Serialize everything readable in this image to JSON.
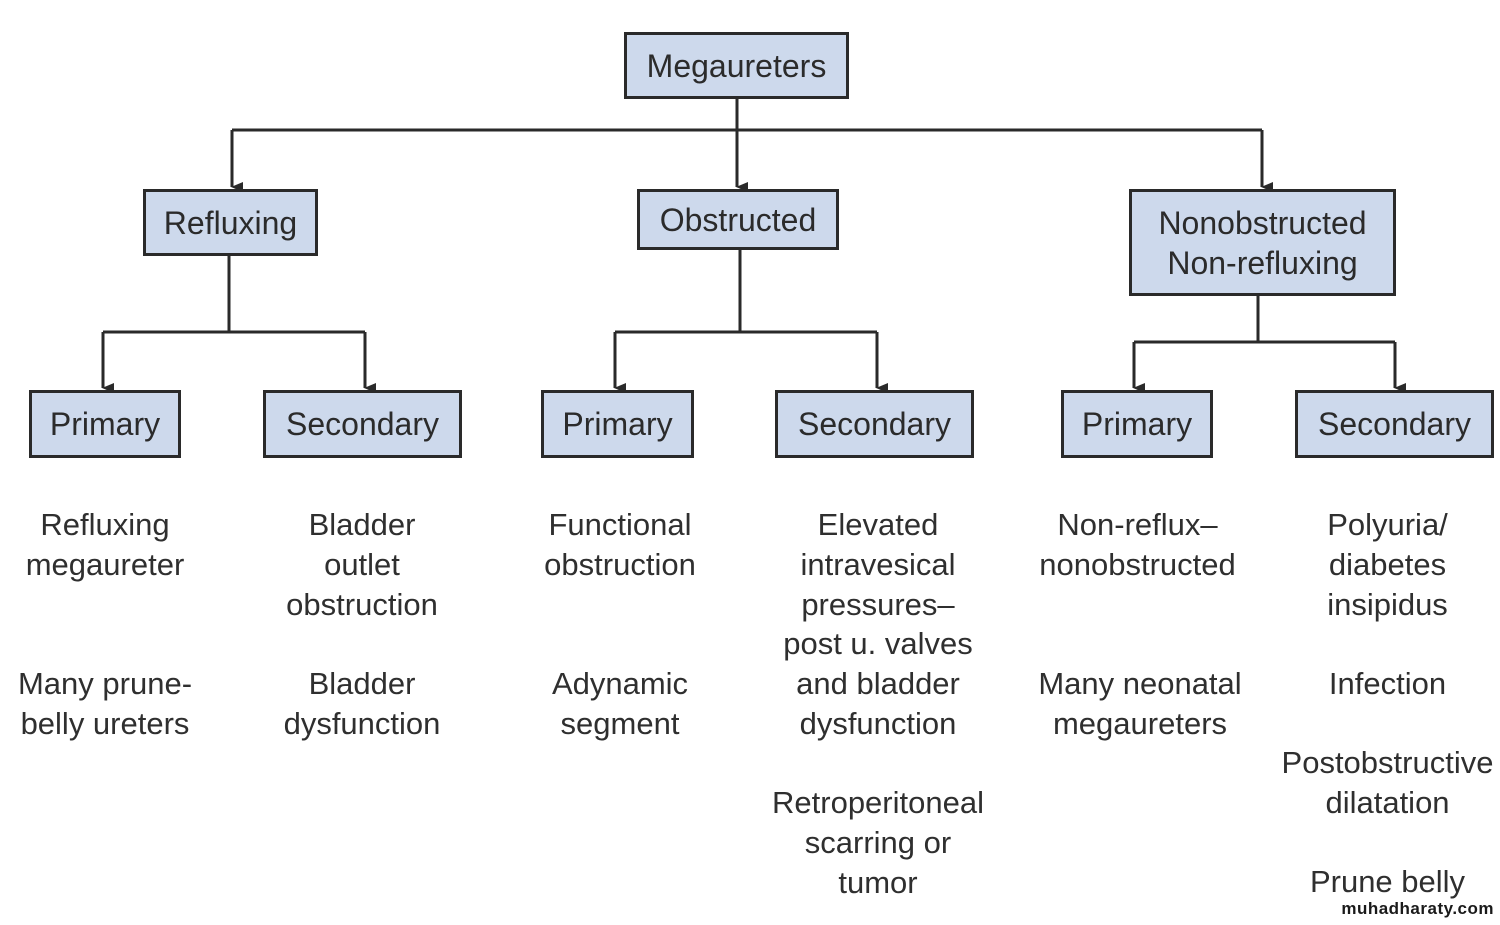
{
  "root": {
    "label": "Megaureters"
  },
  "categories": [
    {
      "label": "Refluxing",
      "children": [
        {
          "label": "Primary",
          "notes": [
            "Refluxing\nmegaureter",
            "Many prune-\nbelly ureters"
          ]
        },
        {
          "label": "Secondary",
          "notes": [
            "Bladder\noutlet\nobstruction",
            "Bladder\ndysfunction"
          ]
        }
      ]
    },
    {
      "label": "Obstructed",
      "children": [
        {
          "label": "Primary",
          "notes": [
            "Functional\nobstruction",
            "Adynamic\nsegment"
          ]
        },
        {
          "label": "Secondary",
          "notes": [
            "Elevated\nintravesical\npressures–\npost u. valves\nand bladder\ndysfunction",
            "Retroperitoneal\nscarring or\ntumor"
          ]
        }
      ]
    },
    {
      "label": "Nonobstructed\nNon-refluxing",
      "children": [
        {
          "label": "Primary",
          "notes": [
            "Non-reflux–\nnonobstructed",
            "Many neonatal\nmegaureters"
          ]
        },
        {
          "label": "Secondary",
          "notes": [
            "Polyuria/\ndiabetes\ninsipidus",
            "Infection",
            "Postobstructive\ndilatation",
            "Prune belly"
          ]
        }
      ]
    }
  ],
  "watermark": "muhadharaty.com"
}
